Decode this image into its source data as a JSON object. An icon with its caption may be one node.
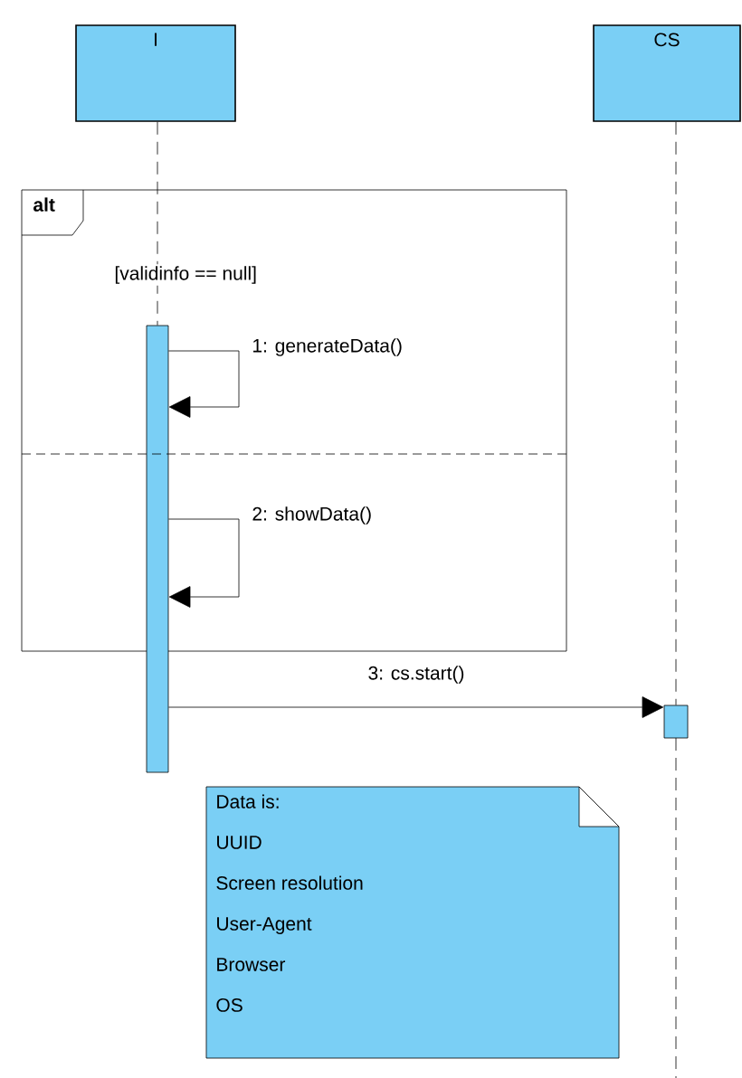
{
  "diagram": {
    "nodes": [
      {
        "text": [
          "I"
        ]
      },
      {
        "text": [
          "CS"
        ]
      },
      {
        "text": [
          "alt",
          "[validinfo == null]"
        ]
      },
      {
        "text": [],
        "shape": "bar",
        "in": 2
      },
      {
        "text": [],
        "shape": "bar"
      },
      {
        "text": [
          "Data is:",
          "UUID",
          "Screen resolution",
          "User-Agent",
          "Browser",
          "OS"
        ]
      }
    ],
    "edges": [
      {
        "from": 0,
        "to": 3,
        "arrow": "none",
        "style": "dashed"
      },
      {
        "from": 1,
        "to": 4,
        "arrow": "none",
        "style": "dashed"
      },
      {
        "from": 3,
        "to": 3,
        "arrow": "to",
        "label": "1: generateData()"
      },
      {
        "from": 3,
        "to": 3,
        "arrow": "to",
        "label": "2: showData()"
      },
      {
        "from": 3,
        "to": 4,
        "arrow": "to",
        "label": "3: cs.start()"
      }
    ]
  }
}
